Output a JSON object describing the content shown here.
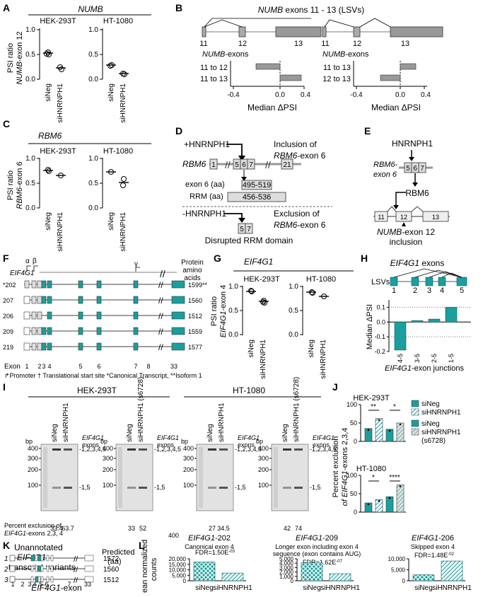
{
  "panels": {
    "A": {
      "letter": "A",
      "title": "NUMB",
      "cells": [
        "HEK-293T",
        "HT-1080"
      ],
      "ylabel1": "PSI ratio",
      "ylabel2_italic": "NUMB",
      "ylabel2_rest": "-exon 12",
      "xcats": [
        "siNeg",
        "siHNRNPH1"
      ],
      "yticks": [
        "0.0",
        "0.5",
        "1.0"
      ]
    },
    "B": {
      "letter": "B",
      "title_italic": "NUMB",
      "title_rest": " exons 11 - 13 (LSVs)",
      "exon_labels_left": [
        "11",
        "12",
        "13"
      ],
      "exon_labels_right": [
        "11",
        "12",
        "13"
      ],
      "sub_italic": "NUMB",
      "sub_rest": "-exons",
      "rows_left": [
        "11 to 12",
        "11 to 13"
      ],
      "rows_right": [
        "11 to 13",
        "12 to 13"
      ],
      "xticks": [
        "-0.4",
        "0.0",
        "0.4"
      ],
      "xlabel": "Median ΔPSI"
    },
    "C": {
      "letter": "C",
      "title": "RBM6",
      "cells": [
        "HEK-293T",
        "HT-1080"
      ],
      "ylabel1": "PSI ratio",
      "ylabel2_italic": "RBM6",
      "ylabel2_rest": "-exon 6",
      "xcats": [
        "siNeg",
        "siHNRNPH1"
      ],
      "yticks": [
        "0.0",
        "0.5",
        "1.0"
      ]
    },
    "D": {
      "letter": "D",
      "plus": "+HNRNPH1",
      "inclusion1": "Inclusion of",
      "inclusion2_italic": "RBM6",
      "inclusion2_rest": "-exon 6",
      "gene": "RBM6",
      "exon1": "1",
      "exon5": "5",
      "exon6": "6",
      "exon7": "7",
      "exon21": "21",
      "exon6aa": "exon 6 (aa)",
      "exon6aa_val": "495-519",
      "rrm": "RRM (aa)",
      "rrm_val": "456-536",
      "minus": "-HNRNPH1",
      "exclusion1": "Exclusion of",
      "exclusion2_italic": "RBM6",
      "exclusion2_rest": "-exon 6",
      "ex5": "5",
      "ex7": "7",
      "disrupted": "Disrupted RRM domain"
    },
    "E": {
      "letter": "E",
      "top": "HNRNPH1",
      "lab1_italic": "RBM6-",
      "lab2_italic": "exon 6",
      "ex5": "5",
      "ex6": "6",
      "ex7": "7",
      "rbm6": "RBM6",
      "e11": "11",
      "e12": "12",
      "e13": "13",
      "bot1_italic": "NUMB",
      "bot1_rest": "-exon 12",
      "bot2": "inclusion"
    },
    "F": {
      "letter": "F",
      "gene": "EIF4G1",
      "greek": [
        "α",
        "β",
        "γ"
      ],
      "header": [
        "Protein",
        "amino",
        "acids"
      ],
      "transcripts": [
        {
          "id": "*202",
          "aa": "1599**"
        },
        {
          "id": "207",
          "aa": "1560"
        },
        {
          "id": "206",
          "aa": "1512"
        },
        {
          "id": "209",
          "aa": "1559"
        },
        {
          "id": "219",
          "aa": "1577"
        }
      ],
      "exon_label": "Exon",
      "exon_nums": [
        "1",
        "2",
        "3",
        "4",
        "5",
        "6",
        "7",
        "8",
        "33"
      ],
      "footnote": "↱Promoter † Translational start site *Canonical Transcript, **Isoform 1"
    },
    "G": {
      "letter": "G",
      "title": "EIF4G1",
      "cells": [
        "HEK-293T",
        "HT-1080"
      ],
      "ylabel1": "PSI ratio",
      "ylabel2_italic": "EIF4G1",
      "ylabel2_rest": "-exon 4",
      "xcats": [
        "siNeg",
        "siHNRNPH1"
      ],
      "yticks": [
        "0.0",
        "0.5",
        "1.0"
      ]
    },
    "H": {
      "letter": "H",
      "title_italic": "EIF4G1",
      "title_rest": " exons",
      "lsvs": "LSVs",
      "exons": [
        "1",
        "2",
        "3",
        "4",
        "5"
      ],
      "ylabel": "Median ΔPSI",
      "yticks": [
        "0.1",
        "0.0",
        "-0.1",
        "-0.2"
      ],
      "xlabel_italic": "EIF4G1",
      "xlabel_rest": "-exon junctions",
      "chart_data": {
        "type": "bar",
        "categories": [
          "4-5",
          "3-5",
          "2-5",
          "1-5"
        ],
        "values": [
          -0.19,
          0.01,
          0.02,
          0.1
        ],
        "ylim": [
          -0.2,
          0.15
        ],
        "ylabel": "Median ΔPSI"
      }
    },
    "I": {
      "letter": "I",
      "cell1": "HEK-293T",
      "cell2": "HT-1080",
      "bp": "bp",
      "ladder": [
        "400",
        "300",
        "200",
        "100"
      ],
      "lanes_a": [
        "siNeg",
        "siHNRNPH1"
      ],
      "lanes_b": [
        "siNeg",
        "siHNRNPH1 (s6728)"
      ],
      "eif_italic": "EIF4G1",
      "exons": "exons",
      "band_top": "-1,2,3,4,5",
      "band_bot": "-1,5",
      "pct_label1": "Percent exclusion of",
      "pct_label2_italic": "EIF4G1",
      "pct_label2_rest": "-exons 2,3, 4",
      "pcts": [
        "33.4",
        "63.7",
        "33",
        "52",
        "27",
        "34.5",
        "42",
        "74"
      ],
      "stray": "400"
    },
    "J": {
      "letter": "J",
      "cell1": "HEK-293T",
      "cell2": "HT-1080",
      "ylabel1": "Percent exclusion",
      "ylabel2_italic": "of EIF4G1",
      "ylabel2_rest": "-exons 2,3,4",
      "yticks": [
        "0",
        "50",
        "100"
      ],
      "sig_top": [
        "**",
        "*"
      ],
      "sig_bot": [
        "*",
        "****"
      ],
      "legend": [
        "siNeg",
        "siHNRNPH1",
        "siNeg",
        "siHNRNPH1",
        "(s6728)"
      ],
      "chart_data": [
        {
          "type": "bar",
          "title": "HEK-293T",
          "categories": [
            "siNeg",
            "siHNRNPH1",
            "siNeg",
            "siHNRNPH1 (s6728)"
          ],
          "values": [
            35,
            62,
            33,
            50
          ],
          "ylim": [
            0,
            100
          ]
        },
        {
          "type": "bar",
          "title": "HT-1080",
          "categories": [
            "siNeg",
            "siHNRNPH1",
            "siNeg",
            "siHNRNPH1 (s6728)"
          ],
          "values": [
            25,
            34,
            42,
            74
          ],
          "ylim": [
            0,
            100
          ]
        }
      ]
    },
    "K": {
      "letter": "K",
      "title1": "Unannotated",
      "title2_italic": "EIF4G1",
      "title3": "transcript variants",
      "pred1": "Predicted",
      "pred2": "(aa)",
      "rows": [
        {
          "n": "1",
          "aa": "1572"
        },
        {
          "n": "2",
          "aa": "1560"
        },
        {
          "n": "3",
          "aa": "1512"
        }
      ],
      "exon_nums": [
        "1",
        "2",
        "3",
        "4",
        "5",
        "6",
        "7",
        "33"
      ],
      "xlabel_italic": "EIF4G1",
      "xlabel_rest": "-exon"
    },
    "L": {
      "letter": "L",
      "ylabel1": "Mean normalized",
      "ylabel2": "counts",
      "plots": [
        {
          "title_italic": "EIF4G1",
          "title_rest": "-202",
          "sub1": "Canonical exon 4",
          "sub2": "",
          "fdr": "FDR=1.50E",
          "fdr_exp": "-03",
          "yticks": [
            "20,000",
            "15,000",
            "10,000",
            "5,000",
            "0"
          ],
          "cats": [
            "siNeg",
            "siHNRNPH1"
          ]
        },
        {
          "title_italic": "EIF4G1",
          "title_rest": "-209",
          "sub1": "Longer exon including exon 4",
          "sub2": "sequence (exon contains AUG)",
          "fdr": "FDR=1.62E",
          "fdr_exp": "-07",
          "yticks": [
            "5,000",
            "4,000",
            "3,000",
            "2,000",
            "1,000",
            "0"
          ],
          "cats": [
            "siNeg",
            "siHNRNPH1"
          ]
        },
        {
          "title_italic": "EIF4G1",
          "title_rest": "-206",
          "sub1": "Skipped exon 4",
          "sub2": "",
          "fdr": "FDR=1.48E",
          "fdr_exp": "-02",
          "yticks": [
            "10,000",
            "5,000",
            "0"
          ],
          "cats": [
            "siNeg",
            "siHNRNPH1"
          ]
        }
      ],
      "chart_data": [
        {
          "type": "bar",
          "title": "EIF4G1-202",
          "categories": [
            "siNeg",
            "siHNRNPH1"
          ],
          "values": [
            17000,
            7000
          ],
          "ylim": [
            0,
            20000
          ]
        },
        {
          "type": "bar",
          "title": "EIF4G1-209",
          "categories": [
            "siNeg",
            "siHNRNPH1"
          ],
          "values": [
            4100,
            1600
          ],
          "ylim": [
            0,
            5000
          ]
        },
        {
          "type": "bar",
          "title": "EIF4G1-206",
          "categories": [
            "siNeg",
            "siHNRNPH1"
          ],
          "values": [
            2700,
            9000
          ],
          "ylim": [
            0,
            10000
          ]
        }
      ]
    }
  },
  "colors": {
    "teal": "#1a9e9e",
    "gray": "#9a9a9a",
    "lightgray": "#d9d9d9"
  }
}
